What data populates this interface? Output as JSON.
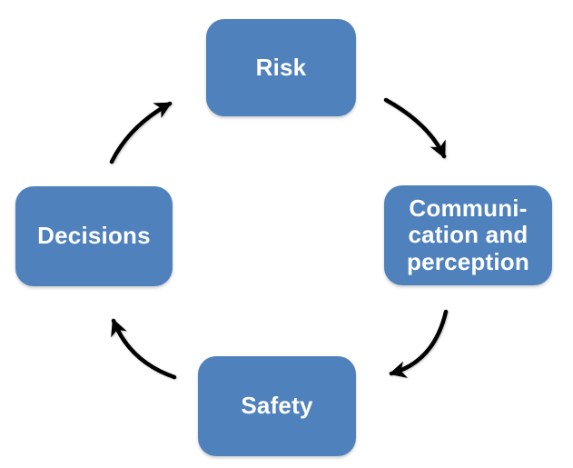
{
  "diagram": {
    "type": "cycle",
    "direction": "clockwise",
    "node_fill_color": "#4f81bd",
    "node_text_color": "#ffffff",
    "arrow_color": "#000000",
    "background_color": "#ffffff",
    "nodes": [
      {
        "id": "risk",
        "label": "Risk"
      },
      {
        "id": "communication",
        "label": "Communi-\ncation and\nperception"
      },
      {
        "id": "safety",
        "label": "Safety"
      },
      {
        "id": "decisions",
        "label": "Decisions"
      }
    ],
    "arrows": [
      {
        "from": "risk",
        "to": "communication"
      },
      {
        "from": "communication",
        "to": "safety"
      },
      {
        "from": "safety",
        "to": "decisions"
      },
      {
        "from": "decisions",
        "to": "risk"
      }
    ]
  }
}
